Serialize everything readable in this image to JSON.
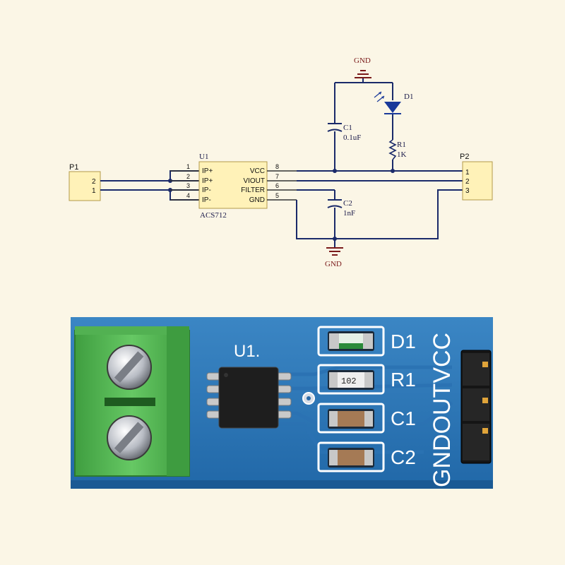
{
  "schematic": {
    "p1": {
      "ref": "P1",
      "pins": [
        "2",
        "1"
      ]
    },
    "p2": {
      "ref": "P2",
      "pins": [
        "1",
        "2",
        "3"
      ]
    },
    "u1": {
      "ref": "U1",
      "part": "ACS712",
      "left_pin_numbers": [
        "1",
        "2",
        "3",
        "4"
      ],
      "left_pin_names": [
        "IP+",
        "IP+",
        "IP-",
        "IP-"
      ],
      "right_pin_numbers": [
        "8",
        "7",
        "6",
        "5"
      ],
      "right_pin_names": [
        "VCC",
        "VIOUT",
        "FILTER",
        "GND"
      ]
    },
    "c1": {
      "ref": "C1",
      "value": "0.1uF"
    },
    "c2": {
      "ref": "C2",
      "value": "1nF"
    },
    "r1": {
      "ref": "R1",
      "value": "1K"
    },
    "d1": {
      "ref": "D1"
    },
    "gnd_top": "GND",
    "gnd_bottom": "GND"
  },
  "board": {
    "u1_label": "U1.",
    "d1_label": "D1",
    "r1_label": "R1",
    "c1_label": "C1",
    "c2_label": "C2",
    "resistor_code": "102",
    "header_labels": "GNDOUTVCC",
    "colors": {
      "pcb": "#2f7ab8",
      "terminal": "#5dbf5a",
      "silkscreen": "#ffffff"
    }
  }
}
